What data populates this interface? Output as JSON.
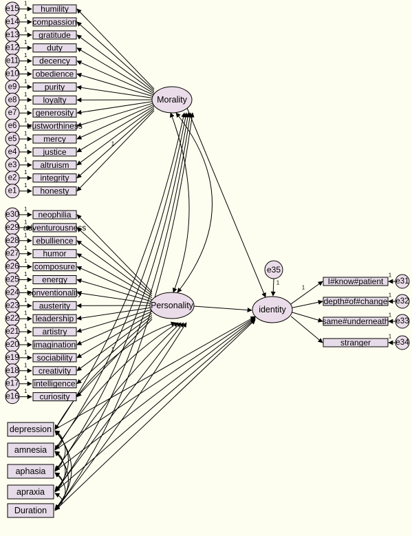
{
  "colors": {
    "background": "#fefef0",
    "box_fill": "#e6dbe8",
    "node_fill": "#eadce8",
    "stroke": "#000000"
  },
  "morality_items": [
    {
      "error": "e15",
      "label": "humility"
    },
    {
      "error": "e14",
      "label": "compassion"
    },
    {
      "error": "e13",
      "label": "gratitude"
    },
    {
      "error": "e12",
      "label": "duty"
    },
    {
      "error": "e11",
      "label": "decency"
    },
    {
      "error": "e10",
      "label": "obedience"
    },
    {
      "error": "e9",
      "label": "purity"
    },
    {
      "error": "e8",
      "label": "loyalty"
    },
    {
      "error": "e7",
      "label": "generosity"
    },
    {
      "error": "e6",
      "label": "trustworthiness"
    },
    {
      "error": "e5",
      "label": "mercy"
    },
    {
      "error": "e4",
      "label": "justice"
    },
    {
      "error": "e3",
      "label": "altruism"
    },
    {
      "error": "e2",
      "label": "integrity"
    },
    {
      "error": "e1",
      "label": "honesty"
    }
  ],
  "personality_items": [
    {
      "error": "e30",
      "label": "neophilia"
    },
    {
      "error": "e29",
      "label": "adventurousness"
    },
    {
      "error": "e28",
      "label": "ebullience"
    },
    {
      "error": "e27",
      "label": "humor"
    },
    {
      "error": "e26",
      "label": "composure"
    },
    {
      "error": "e25",
      "label": "energy"
    },
    {
      "error": "e24",
      "label": "conventionality"
    },
    {
      "error": "e23",
      "label": "austerity"
    },
    {
      "error": "e22",
      "label": "leadership"
    },
    {
      "error": "e21",
      "label": "artistry"
    },
    {
      "error": "e20",
      "label": "imagination"
    },
    {
      "error": "e19",
      "label": "sociability"
    },
    {
      "error": "e18",
      "label": "creativity"
    },
    {
      "error": "e17",
      "label": "intelligence"
    },
    {
      "error": "e16",
      "label": "curiosity"
    }
  ],
  "covariates": [
    "depression",
    "amnesia",
    "aphasia",
    "apraxia",
    "Duration"
  ],
  "latents": {
    "morality": "Morality",
    "personality": "Personality",
    "identity": "identity"
  },
  "identity_disturbance": "e35",
  "identity_items": [
    {
      "error": "e31",
      "label": "I#know#patient"
    },
    {
      "error": "e32",
      "label": "depth#of#change"
    },
    {
      "error": "e33",
      "label": "same#underneath"
    },
    {
      "error": "e34",
      "label": "stranger"
    }
  ],
  "path_label": "1"
}
